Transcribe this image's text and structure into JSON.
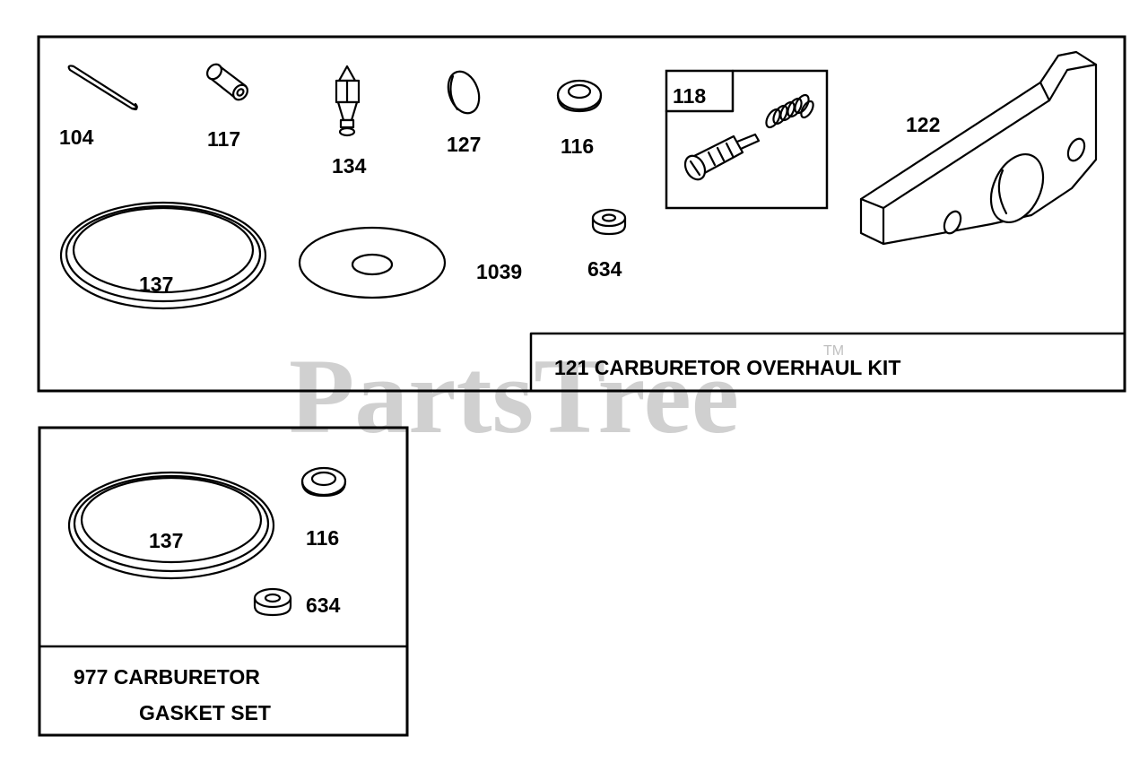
{
  "overhaul_kit": {
    "title": "121 CARBURETOR OVERHAUL KIT",
    "parts": [
      {
        "number": "104",
        "icon": "pin-icon"
      },
      {
        "number": "117",
        "icon": "sleeve-icon"
      },
      {
        "number": "134",
        "icon": "needle-valve-icon"
      },
      {
        "number": "127",
        "icon": "welch-plug-icon"
      },
      {
        "number": "116",
        "icon": "washer-icon"
      },
      {
        "number": "118",
        "icon": "mixture-screw-spring-icon"
      },
      {
        "number": "122",
        "icon": "gasket-plate-icon"
      },
      {
        "number": "137",
        "icon": "bowl-gasket-ring-icon"
      },
      {
        "number": "1039",
        "icon": "diaphragm-disc-icon"
      },
      {
        "number": "634",
        "icon": "seal-washer-icon"
      }
    ]
  },
  "gasket_set": {
    "title_line1": "977 CARBURETOR",
    "title_line2": "GASKET SET",
    "parts": [
      {
        "number": "137",
        "icon": "bowl-gasket-ring-icon"
      },
      {
        "number": "116",
        "icon": "washer-icon"
      },
      {
        "number": "634",
        "icon": "seal-washer-icon"
      }
    ]
  },
  "watermark": {
    "text": "PartsTree",
    "tm": "TM"
  }
}
